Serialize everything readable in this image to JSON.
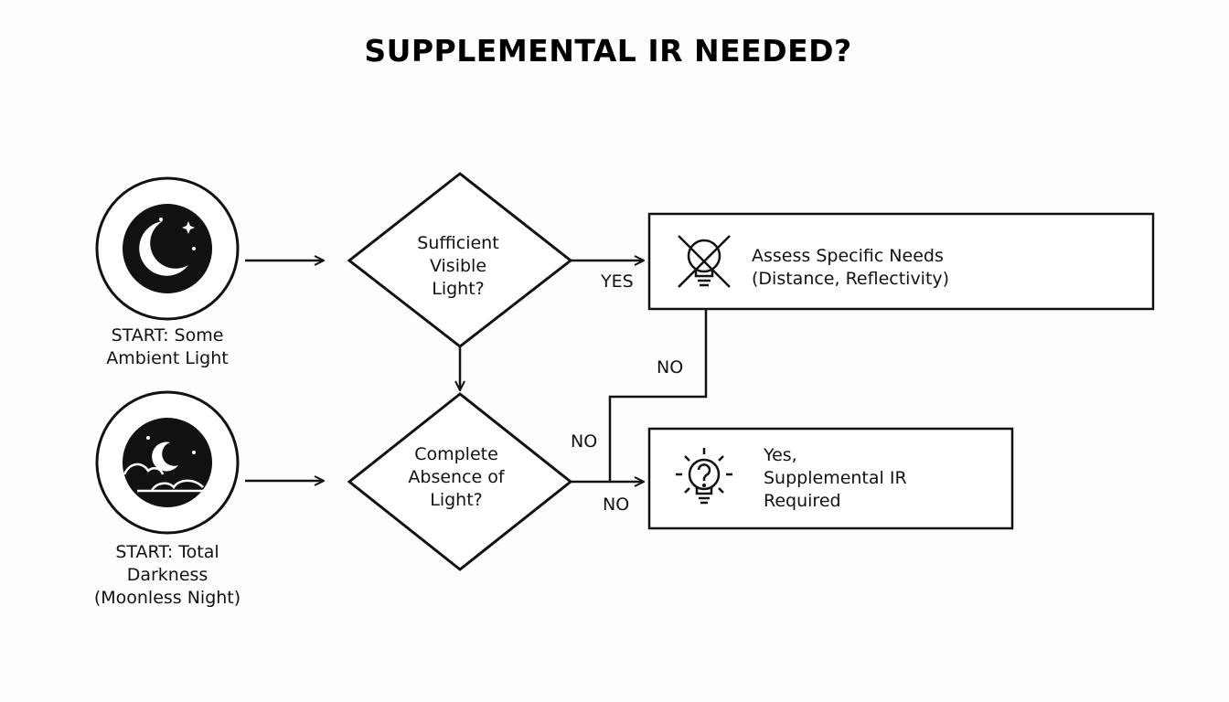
{
  "title": "SUPPLEMENTAL IR NEEDED?",
  "start_nodes": [
    {
      "label_line1": "START: Some",
      "label_line2": "Ambient Light",
      "icon": "moon-stars-icon"
    },
    {
      "label_line1": "START: Total",
      "label_line2": "Darkness",
      "label_line3": "(Moonless Night)",
      "icon": "moon-clouds-icon"
    }
  ],
  "decisions": [
    {
      "line1": "Sufficient",
      "line2": "Visible",
      "line3": "Light?"
    },
    {
      "line1": "Complete",
      "line2": "Absence of",
      "line3": "Light?"
    }
  ],
  "outcomes": [
    {
      "line1": "Assess Specific Needs",
      "line2": "(Distance, Reflectivity)",
      "icon": "crossed-out-bulb-icon"
    },
    {
      "line1": "Yes,",
      "line2": "Supplemental IR",
      "line3": "Required",
      "icon": "question-bulb-icon"
    }
  ],
  "edge_labels": {
    "yes": "YES",
    "no_upper": "NO",
    "no_middle": "NO",
    "no_lower": "NO"
  }
}
